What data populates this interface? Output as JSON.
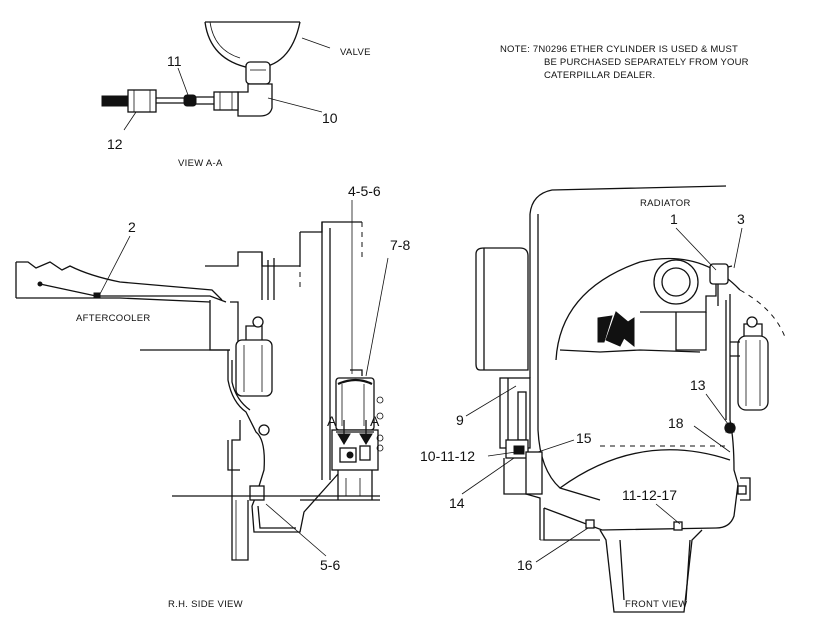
{
  "note": {
    "line1": "NOTE:  7N0296  ETHER  CYLINDER  IS  USED  &  MUST",
    "line2": "BE  PURCHASED  SEPARATELY  FROM  YOUR",
    "line3": "CATERPILLAR  DEALER."
  },
  "view_labels": {
    "view_aa": "VIEW  A-A",
    "rh_side": "R.H.  SIDE  VIEW",
    "front": "FRONT  VIEW"
  },
  "component_labels": {
    "valve": "VALVE",
    "aftercooler": "AFTERCOOLER",
    "radiator": "RADIATOR",
    "section_mark_a": "A"
  },
  "callouts": {
    "c11_top": "11",
    "c12_top": "12",
    "c10_top": "10",
    "c2": "2",
    "c4_5_6": "4-5-6",
    "c7_8": "7-8",
    "c5_6": "5-6",
    "c1": "1",
    "c3": "3",
    "c9": "9",
    "c15": "15",
    "c10_11_12": "10-11-12",
    "c14": "14",
    "c13": "13",
    "c18": "18",
    "c11_12_17": "11-12-17",
    "c16": "16"
  }
}
